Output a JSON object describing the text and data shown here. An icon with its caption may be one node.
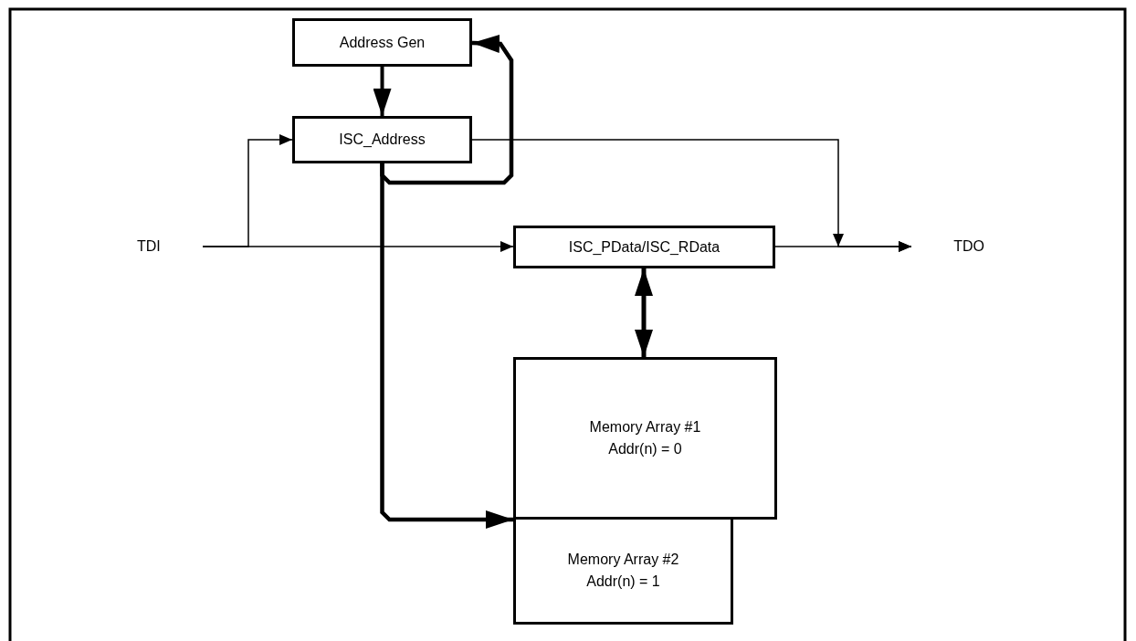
{
  "diagram": {
    "nodes": [
      {
        "text": [
          "Address Gen"
        ]
      },
      {
        "text": [
          "ISC_Address"
        ]
      },
      {
        "text": [
          "TDI"
        ]
      },
      {
        "text": [
          "ISC_PData/ISC_RData"
        ]
      },
      {
        "text": [
          "TDO"
        ]
      },
      {
        "text": [
          "Memory Array #1",
          "Addr(n) = 0"
        ]
      },
      {
        "text": [
          "Memory Array #2",
          "Addr(n) = 1"
        ]
      }
    ],
    "edges": [
      {
        "from": 0,
        "to": 1,
        "arrow": "to",
        "style": "thick"
      },
      {
        "from": 1,
        "to": 0,
        "arrow": "to",
        "style": "thick"
      },
      {
        "from": 2,
        "to": 1,
        "arrow": "to"
      },
      {
        "from": 2,
        "to": 3,
        "arrow": "to"
      },
      {
        "from": 1,
        "to": 4,
        "arrow": "to"
      },
      {
        "from": 3,
        "to": 4,
        "arrow": "to"
      },
      {
        "from": 3,
        "to": 5,
        "arrow": "both",
        "style": "thick"
      },
      {
        "from": 1,
        "to": 5,
        "arrow": "to",
        "style": "thick"
      }
    ]
  }
}
